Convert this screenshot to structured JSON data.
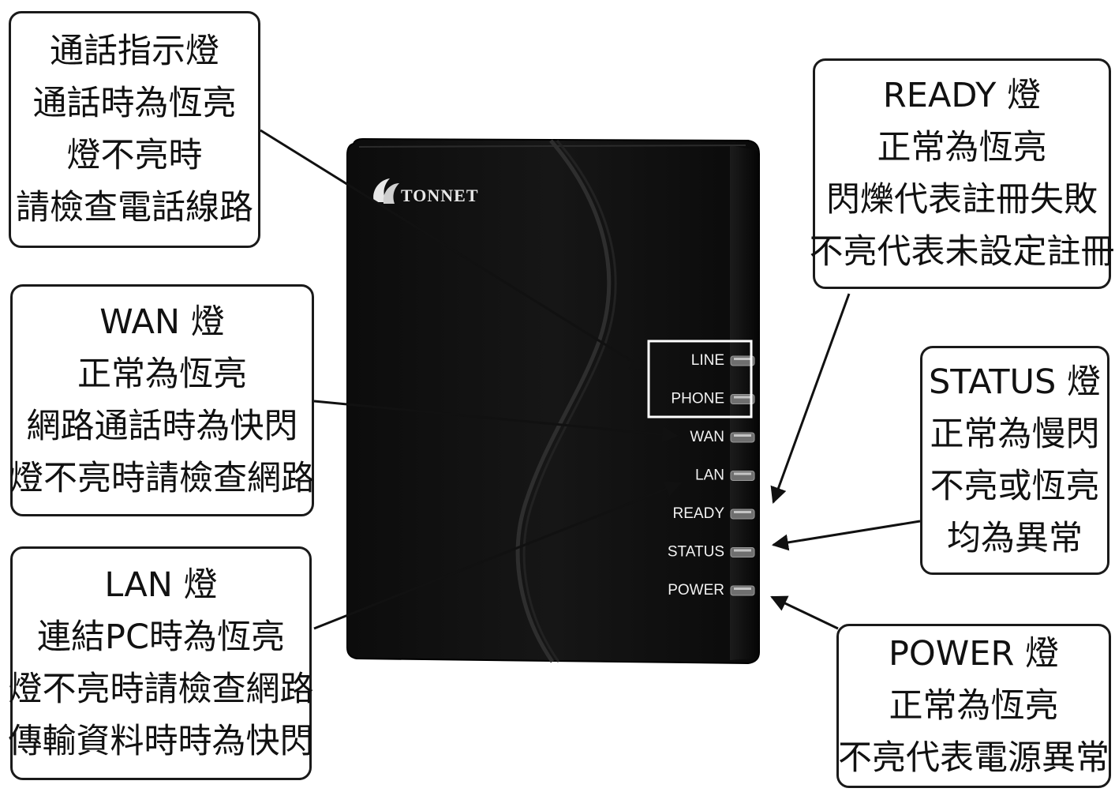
{
  "device": {
    "brand": "TONNET",
    "led_labels": [
      "LINE",
      "PHONE",
      "WAN",
      "LAN",
      "READY",
      "STATUS",
      "POWER"
    ]
  },
  "callouts": {
    "line": {
      "lines": [
        "通話指示燈",
        "通話時為恆亮",
        "燈不亮時",
        "請檢查電話線路"
      ]
    },
    "wan": {
      "lines": [
        "WAN 燈",
        "正常為恆亮",
        "網路通話時為快閃",
        "燈不亮時請檢查網路"
      ]
    },
    "lan": {
      "lines": [
        "LAN 燈",
        "連結PC時為恆亮",
        "燈不亮時請檢查網路",
        "傳輸資料時時為快閃"
      ]
    },
    "ready": {
      "lines": [
        "READY 燈",
        "正常為恆亮",
        "閃爍代表註冊失敗",
        "不亮代表未設定註冊"
      ]
    },
    "status": {
      "lines": [
        "STATUS 燈",
        "正常為慢閃",
        "不亮或恆亮",
        "均為異常"
      ]
    },
    "power": {
      "lines": [
        "POWER 燈",
        "正常為恆亮",
        "不亮代表電源異常"
      ]
    }
  }
}
